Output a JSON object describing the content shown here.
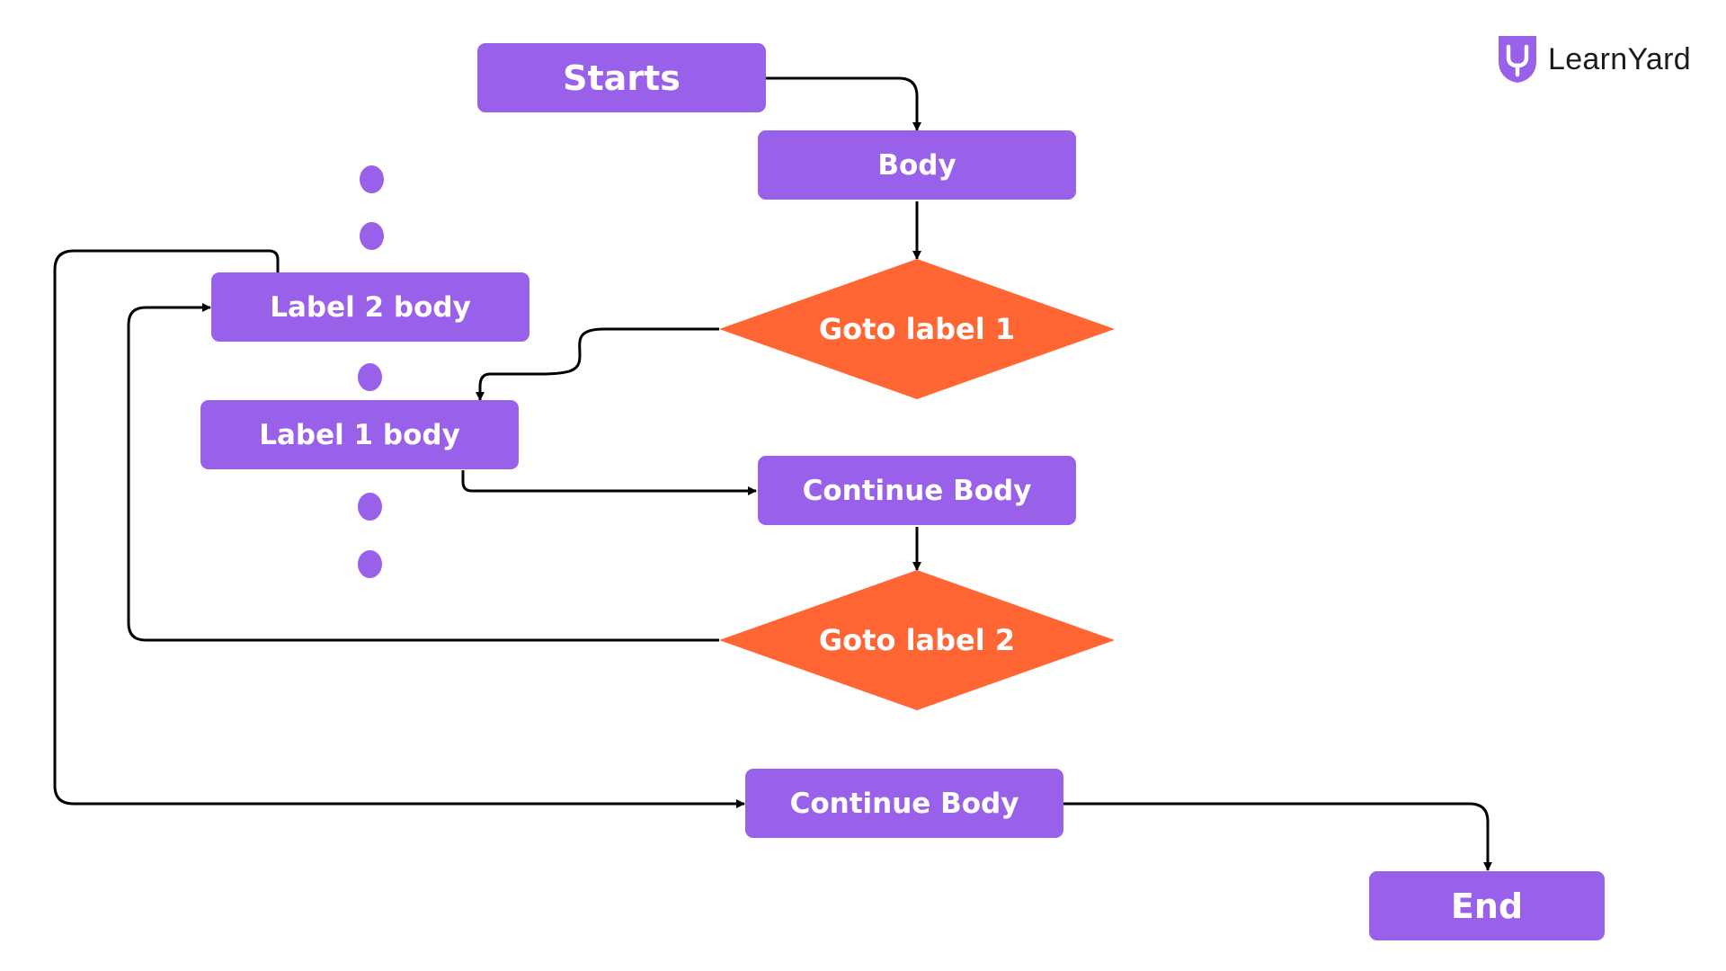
{
  "brand": {
    "name": "LearnYard",
    "logo_icon": "learnyard-shield-logo"
  },
  "colors": {
    "process": "#9961ea",
    "decision": "#ff6633",
    "connector": "#000000",
    "text": "#ffffff",
    "brand_text": "#1b1b1b"
  },
  "nodes": {
    "starts": "Starts",
    "body": "Body",
    "goto1": "Goto label 1",
    "label2": "Label 2 body",
    "label1": "Label 1 body",
    "cont1": "Continue Body",
    "goto2": "Goto label 2",
    "cont2": "Continue Body",
    "end": "End"
  },
  "edges": [
    {
      "from": "Starts",
      "to": "Body"
    },
    {
      "from": "Body",
      "to": "Goto label 1"
    },
    {
      "from": "Goto label 1",
      "to": "Label 1 body"
    },
    {
      "from": "Label 1 body",
      "to": "Continue Body"
    },
    {
      "from": "Continue Body",
      "to": "Goto label 2"
    },
    {
      "from": "Goto label 2",
      "to": "Label 2 body"
    },
    {
      "from": "Label 2 body",
      "to": "Continue Body (2)"
    },
    {
      "from": "Continue Body (2)",
      "to": "End"
    }
  ],
  "ellipsis_dots": 5
}
